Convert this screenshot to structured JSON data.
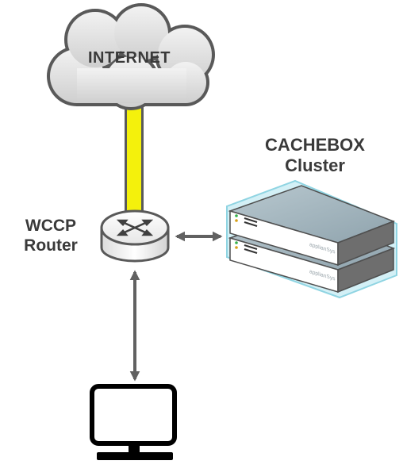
{
  "colors": {
    "uplink": "#f4f10c",
    "cloud_fill": "#d9d9d9",
    "outline": "#595959",
    "cluster_halo": "#aee3ee",
    "server_top": "#a7b9c2",
    "label_text": "#3a3a3a"
  },
  "nodes": {
    "internet": {
      "label": "INTERNET"
    },
    "cluster": {
      "line1": "CACHEBOX",
      "line2": "Cluster",
      "units": [
        {
          "brand": "applianSys"
        },
        {
          "brand": "applianSys"
        }
      ]
    },
    "router": {
      "line1": "WCCP",
      "line2": "Router"
    },
    "client": {
      "icon": "monitor-icon"
    }
  },
  "links": [
    {
      "from": "internet",
      "to": "router",
      "style": "yellow-bar"
    },
    {
      "from": "router",
      "to": "cluster",
      "style": "double-arrow"
    },
    {
      "from": "router",
      "to": "client",
      "style": "double-arrow"
    }
  ]
}
